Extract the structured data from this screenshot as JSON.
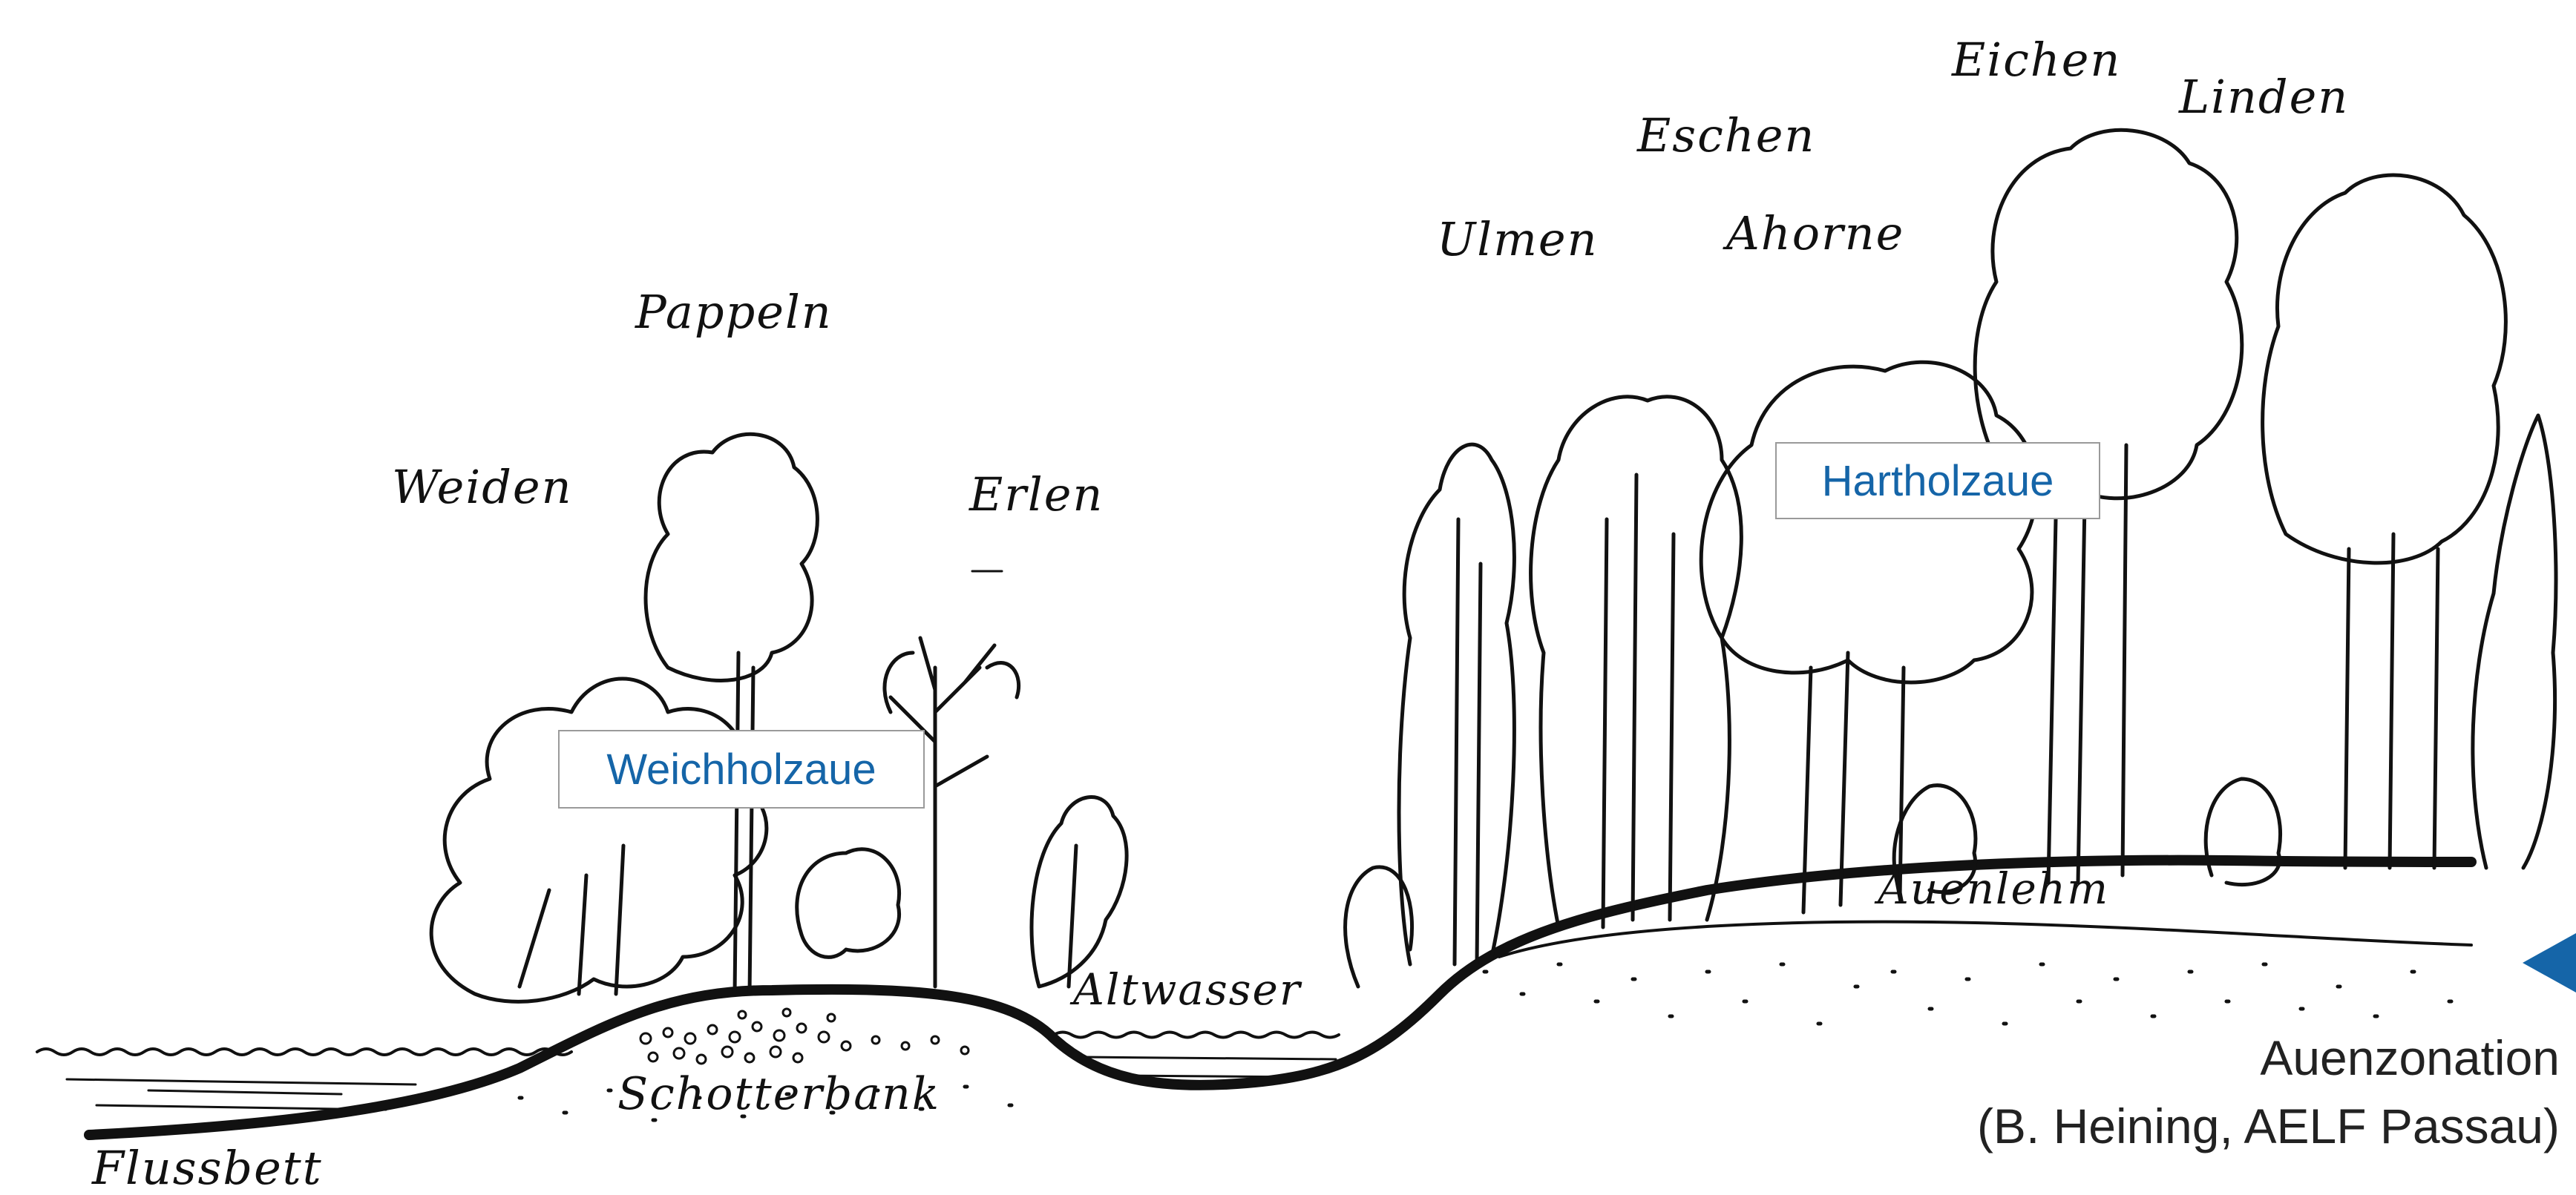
{
  "tree_labels": {
    "weiden": "Weiden",
    "pappeln": "Pappeln",
    "erlen": "Erlen",
    "ulmen": "Ulmen",
    "eschen": "Eschen",
    "ahorne": "Ahorne",
    "eichen": "Eichen",
    "linden": "Linden"
  },
  "terrain_labels": {
    "altwasser": "Altwasser",
    "schotterbank": "Schotterbank",
    "auenlehm": "Auenlehm",
    "flussbett": "Flussbett"
  },
  "zones": {
    "weichholzaue": "Weichholzaue",
    "hartholzaue": "Hartholzaue"
  },
  "caption": {
    "title": "Auenzonation",
    "credit": "(B. Heining, AELF Passau)"
  },
  "colors": {
    "ink": "#111111",
    "zone_text": "#1565a8",
    "arrow": "#1565a8"
  },
  "icons": {
    "nav": "triangle-left"
  }
}
